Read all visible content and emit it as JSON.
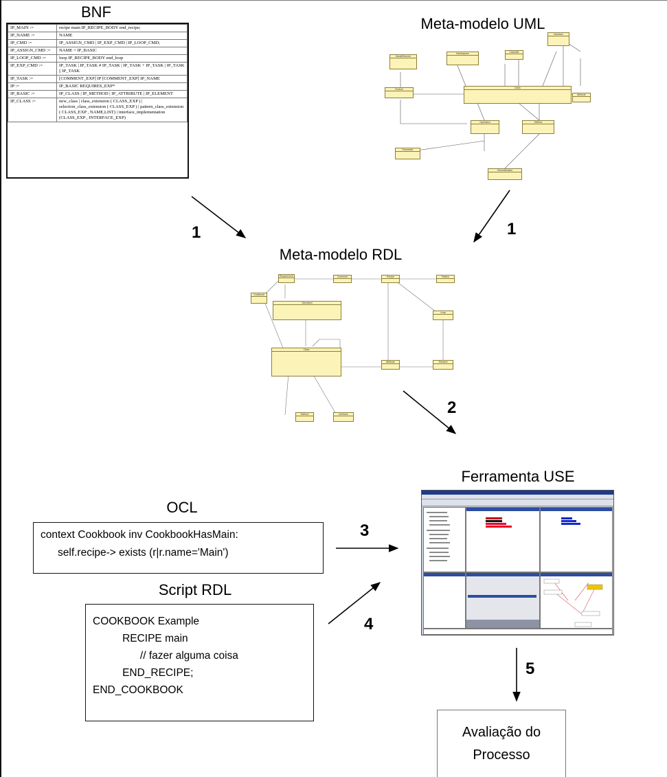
{
  "labels": {
    "bnf": "BNF",
    "uml": "Meta-modelo UML",
    "rdl": "Meta-modelo RDL",
    "use": "Ferramenta USE",
    "ocl": "OCL",
    "script": "Script RDL"
  },
  "steps": [
    "1",
    "1",
    "2",
    "3",
    "4",
    "5"
  ],
  "bnf_rows": [
    {
      "key": "IP_MAIN :=",
      "val": "recipe main IP_RECIPE_BODY end_recipe;"
    },
    {
      "key": "IP_NAME :=",
      "val": "NAME"
    },
    {
      "key": "IP_CMD :=",
      "val": "IP_ASSIGN_CMD | IP_EXP_CMD | IP_LOOP_CMD;"
    },
    {
      "key": "IP_ASSIGN_CMD :=",
      "val": "NAME = IP_BASIC"
    },
    {
      "key": "IP_LOOP_CMD :=",
      "val": "loop IP_RECIPE_BODY end_loop"
    },
    {
      "key": "IP_EXP_CMD :=",
      "val": "IP_TASK | IP_TASK # IP_TASK | IP_TASK + IP_TASK | IP_TASK || IP_TASK"
    },
    {
      "key": "IP_TASK :=",
      "val": "[COMMENT_EXP] IP [COMMENT_EXP] IP_NAME"
    },
    {
      "key": "IP :=",
      "val": "IP_BASIC REQUIRES_EXP*"
    },
    {
      "key": "IP_BASIC :=",
      "val": "IP_CLASS | IP_METHOD | IP_ATTRIBUTE | IP_ELEMENT"
    },
    {
      "key": "IP_CLASS :=",
      "val": "new_class | class_extension ( CLASS_EXP ) | selection_class_extension ( CLASS_EXP ) | pattern_class_extension ( CLASS_EXP , NAME,LIST) | interface_implementation (CLASS_EXP , INTERFACE_EXP)"
    }
  ],
  "ocl_box": {
    "line1": "context Cookbook inv CookbookHasMain:",
    "line2": "self.recipe-> exists (r|r.name='Main')"
  },
  "script_box": {
    "lines": [
      "COOKBOOK Example",
      "          RECIPE main",
      "                // fazer alguma coisa",
      "          END_RECIPE;",
      "END_COOKBOOK"
    ]
  },
  "aval_box": {
    "line1": "Avaliação do",
    "line2": "Processo"
  }
}
